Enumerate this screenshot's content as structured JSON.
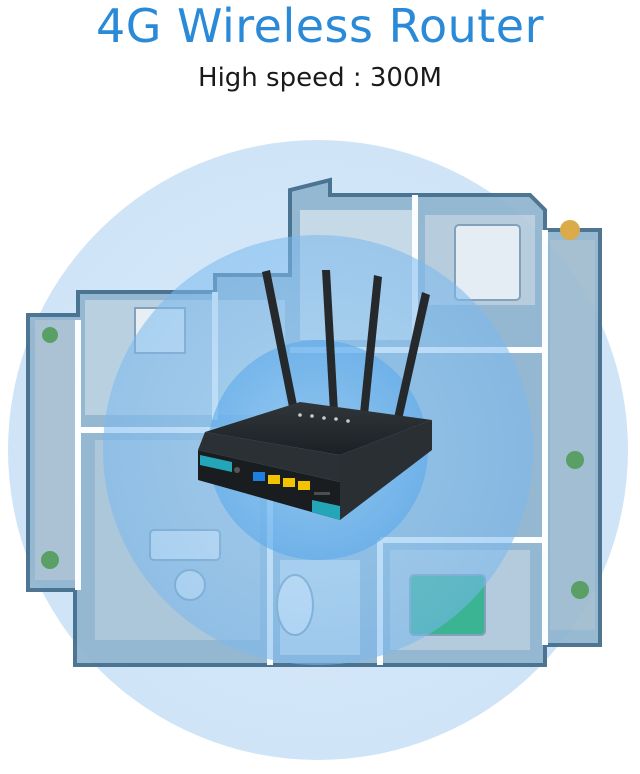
{
  "header": {
    "title": "4G Wireless Router",
    "subtitle": "High speed : 300M"
  },
  "colors": {
    "title": "#2a8ad8",
    "signal_outer": "#cfe6f8",
    "signal_mid": "#7fbff0",
    "signal_inner": "#3f9bea",
    "router_body": "#1f2326",
    "port_lan": "#f2c400",
    "port_wan": "#1d7fe0"
  },
  "image": {
    "subject": "router-with-four-antennas",
    "background": "floorplan-apartment"
  }
}
